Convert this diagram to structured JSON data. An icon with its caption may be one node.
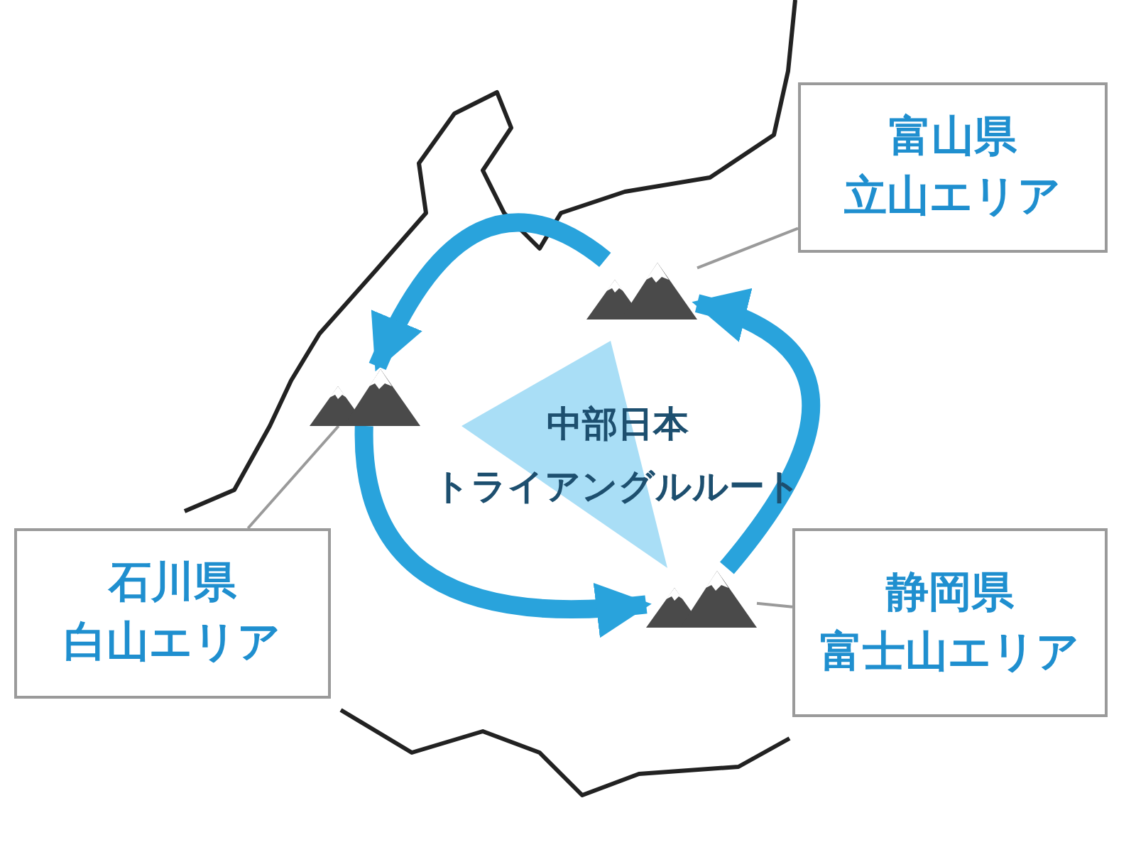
{
  "diagram": {
    "nodes": [
      {
        "text": [
          "富山県",
          "立山エリア"
        ]
      },
      {
        "text": [],
        "shape": "picture"
      },
      {
        "text": [],
        "shape": "picture"
      },
      {
        "text": [
          "中部日本",
          "トライアングルルート"
        ]
      },
      {
        "text": [
          "石川県",
          "白山エリア"
        ]
      },
      {
        "text": [],
        "shape": "picture"
      },
      {
        "text": [
          "静岡県",
          "富士山エリア"
        ]
      }
    ],
    "edges": [
      {
        "from": 0,
        "to": 1,
        "arrow": "none"
      },
      {
        "from": 4,
        "to": 2,
        "arrow": "none"
      },
      {
        "from": 6,
        "to": 5,
        "arrow": "none"
      },
      {
        "from": 1,
        "to": 2,
        "arrow": "to",
        "style": "thick",
        "color": "#29a3dc"
      },
      {
        "from": 2,
        "to": 5,
        "arrow": "to",
        "style": "thick",
        "color": "#29a3dc"
      },
      {
        "from": 5,
        "to": 1,
        "arrow": "to",
        "style": "thick",
        "color": "#29a3dc"
      }
    ]
  }
}
